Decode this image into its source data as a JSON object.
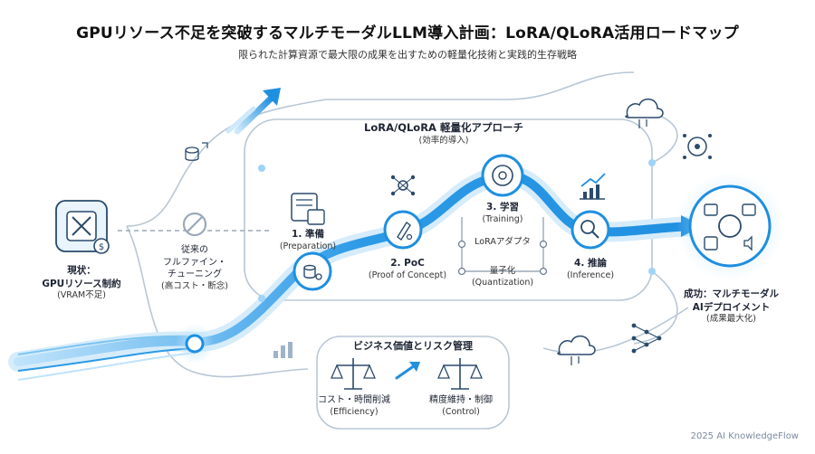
{
  "header": {
    "title": "GPUリソース不足を突破するマルチモーダルLLM導入計画：LoRA/QLoRA活用ロードマップ",
    "subtitle": "限られた計算資源で最大限の成果を出すための軽量化技術と実践的生存戦略"
  },
  "current_state": {
    "title1": "現状：",
    "title2": "GPUリソース制約",
    "note": "(VRAM不足)"
  },
  "conventional": {
    "line1": "従来の",
    "line2": "フルファイン・",
    "line3": "チューニング",
    "note": "(高コスト・断念)"
  },
  "approach": {
    "title": "LoRA/QLoRA 軽量化アプローチ",
    "note": "(効率的導入)"
  },
  "steps": [
    {
      "title": "1. 準備",
      "note": "(Preparation)"
    },
    {
      "title": "2. PoC",
      "note": "(Proof of Concept)"
    },
    {
      "title": "3. 学習",
      "note": "(Training)"
    },
    {
      "title": "4. 推論",
      "note": "(Inference)"
    }
  ],
  "branches": [
    {
      "label": "LoRAアダプタ"
    },
    {
      "label": "量子化",
      "note": "(Quantization)"
    }
  ],
  "success": {
    "title1": "成功：マルチモーダル",
    "title2": "AIデプロイメント",
    "note": "(成果最大化)"
  },
  "business": {
    "title": "ビジネス価値とリスク管理",
    "left_label": "コスト・時間削減",
    "left_note": "(Efficiency)",
    "right_label": "精度維持・制御",
    "right_note": "(Control)"
  },
  "footer": "2025 AI KnowledgeFlow",
  "colors": {
    "primary": "#1f8fe0",
    "light": "#9fd3f7",
    "dark": "#0b5fae",
    "icon": "#2a4a6b",
    "outline": "#b8c7d6"
  }
}
